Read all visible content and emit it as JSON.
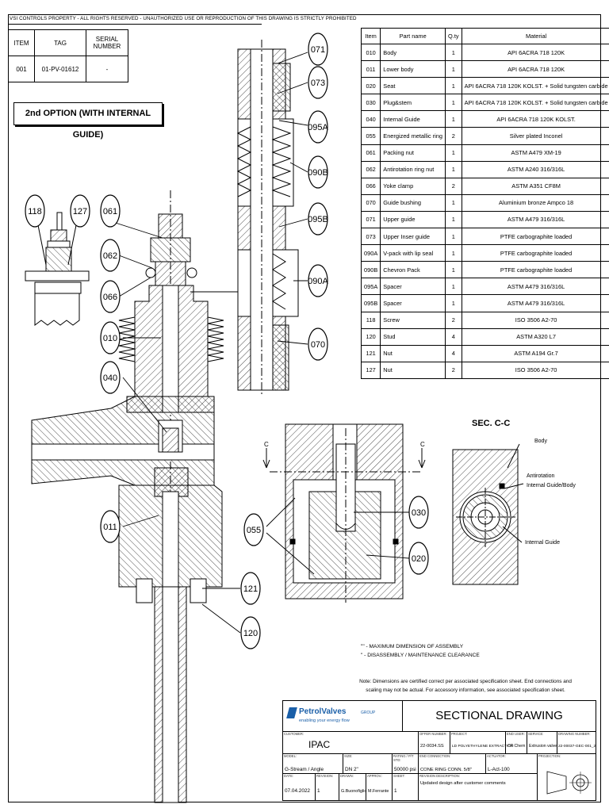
{
  "header": {
    "property_notice": "VSI CONTROLS PROPERTY - ALL RIGHTS RESERVED - UNAUTHORIZED USE OR REPRODUCTION OF THIS DRAWING IS STRICTLY PROHIBITED"
  },
  "tag_table": {
    "headers": [
      "ITEM",
      "TAG",
      "SERIAL NUMBER"
    ],
    "row": [
      "001",
      "01-PV-01612",
      "-"
    ]
  },
  "option_label": "2nd OPTION (WITH INTERNAL GUIDE)",
  "parts_table": {
    "headers": [
      "Item",
      "Part name",
      "Q.ty",
      "Material"
    ],
    "rows": [
      [
        "010",
        "Body",
        "1",
        "API 6ACRA 718 120K"
      ],
      [
        "011",
        "Lower body",
        "1",
        "API 6ACRA 718 120K"
      ],
      [
        "020",
        "Seat",
        "1",
        "API 6ACRA 718 120K KOLST. + Solid tungsten carbide"
      ],
      [
        "030",
        "Plug&stem",
        "1",
        "API 6ACRA 718 120K KOLST. + Solid tungsten carbide"
      ],
      [
        "040",
        "Internal Guide",
        "1",
        "API 6ACRA 718 120K KOLST."
      ],
      [
        "055",
        "Energized metallic ring",
        "2",
        "Silver plated Inconel"
      ],
      [
        "061",
        "Packing nut",
        "1",
        "ASTM A479 XM-19"
      ],
      [
        "062",
        "Antirotation ring nut",
        "1",
        "ASTM A240 316/316L"
      ],
      [
        "066",
        "Yoke clamp",
        "2",
        "ASTM A351 CF8M"
      ],
      [
        "070",
        "Guide bushing",
        "1",
        "Aluminium bronze Ampco 18"
      ],
      [
        "071",
        "Upper guide",
        "1",
        "ASTM A479 316/316L"
      ],
      [
        "073",
        "Upper Inser guide",
        "1",
        "PTFE carbographite loaded"
      ],
      [
        "090A",
        "V-pack with lip seal",
        "1",
        "PTFE carbographite loaded"
      ],
      [
        "090B",
        "Chevron Pack",
        "1",
        "PTFE carbographite loaded"
      ],
      [
        "095A",
        "Spacer",
        "1",
        "ASTM A479 316/316L"
      ],
      [
        "095B",
        "Spacer",
        "1",
        "ASTM A479 316/316L"
      ],
      [
        "118",
        "Screw",
        "2",
        "ISO 3506 A2-70"
      ],
      [
        "120",
        "Stud",
        "4",
        "ASTM A320 L7"
      ],
      [
        "121",
        "Nut",
        "4",
        "ASTM A194 Gr.7"
      ],
      [
        "127",
        "Nut",
        "2",
        "ISO 3506 A2-70"
      ]
    ]
  },
  "callouts": {
    "c118": "118",
    "c127": "127",
    "c061": "061",
    "c062": "062",
    "c066": "066",
    "c010": "010",
    "c040": "040",
    "c011": "011",
    "c121": "121",
    "c120": "120",
    "c071": "071",
    "c073": "073",
    "c095a": "095A",
    "c090b": "090B",
    "c095b": "095B",
    "c090a": "090A",
    "c070": "070",
    "c055": "055",
    "c030": "030",
    "c020": "020"
  },
  "section": {
    "title": "SEC. C-C",
    "cut_label": "C",
    "label_body": "Body",
    "label_antirot_1": "Antirotation",
    "label_antirot_2": "Internal Guide/Body",
    "label_internal": "Internal Guide"
  },
  "notes": {
    "line1": "\"\" - MAXIMUM DIMENSION OF ASSEMBLY",
    "line2": "\" - DISASSEMBLY / MAINTENANCE CLEARANCE",
    "line3": "Note: Dimensions are certified correct per associated specification sheet. End connections and scaling may not be actual. For accessory information, see associated specification sheet."
  },
  "title_block": {
    "logo_text": "PetrolValves",
    "logo_group": "GROUP",
    "tagline": "enabling your energy flow",
    "drawing_title": "SECTIONAL DRAWING",
    "customer_lbl": "CUSTOMER:",
    "customer": "IPAC",
    "offer_lbl": "OFFER NUMBER:",
    "offer": "22-0034.SS",
    "project_lbl": "PROJECT:",
    "project": "LD POLYETHYLENE EXTRACTION",
    "enduser_lbl": "END USER:",
    "enduser": "CP Chem",
    "service_lbl": "SERVICE:",
    "service": "Extrusion valve",
    "dwgno_lbl": "DRAWING NUMBER:",
    "dwgno": "22-00037-GEC-001_2",
    "model_lbl": "MODEL:",
    "model": "G-Stream / Angle",
    "size_lbl": "SIZE:",
    "size": "DN 2\"",
    "rating_lbl": "RATING / P/T STD:",
    "rating": "50000 psi",
    "endconn_lbl": "END CONNECTION:",
    "endconn": "CONE RING CONN. 5/8\"",
    "actuator_lbl": "ACTUATOR:",
    "actuator": "L-Act-100",
    "projection_lbl": "PROJECTION:",
    "date_lbl": "DATE:",
    "date": "07.04.2022",
    "rev_lbl": "REVISION:",
    "rev": "1",
    "drawn_lbl": "DRAWN:",
    "drawn": "G.Buonofiglio",
    "approv_lbl": "APPROV.:",
    "approv": "M.Ferrante",
    "sheet_lbl": "SHEET:",
    "sheet": "1",
    "revdesc_lbl": "REVISION DESCRIPTION:",
    "revdesc": "Updated design after customer comments"
  }
}
